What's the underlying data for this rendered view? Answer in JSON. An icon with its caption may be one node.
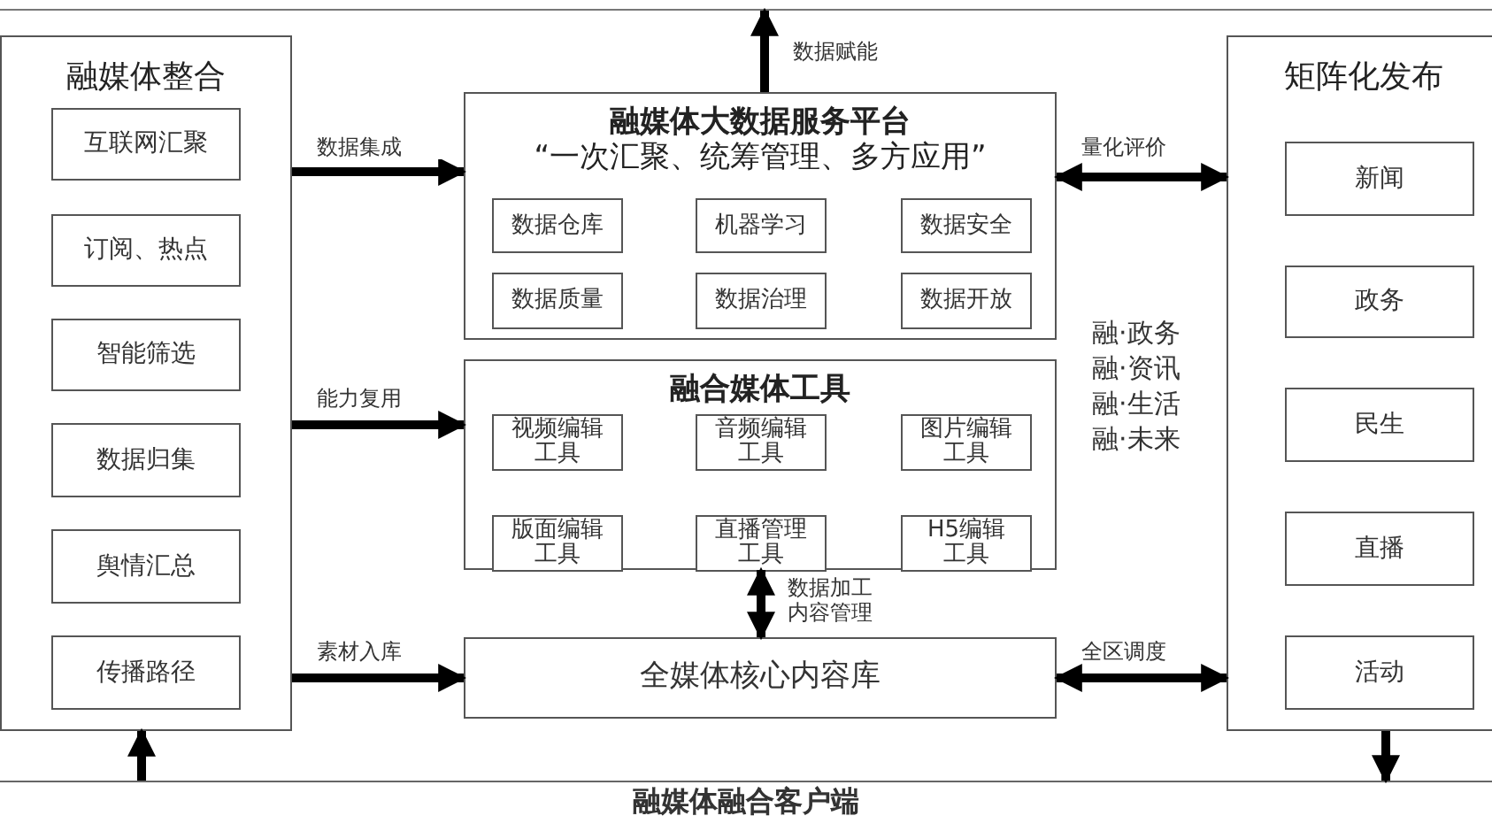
{
  "diagram": {
    "nodes": [
      {
        "text": [
          "融媒体整合"
        ]
      },
      {
        "text": [
          "互联网汇聚"
        ],
        "in": 0
      },
      {
        "text": [
          "订阅、热点"
        ],
        "in": 0
      },
      {
        "text": [
          "智能筛选"
        ],
        "in": 0
      },
      {
        "text": [
          "数据归集"
        ],
        "in": 0
      },
      {
        "text": [
          "舆情汇总"
        ],
        "in": 0
      },
      {
        "text": [
          "传播路径"
        ],
        "in": 0
      },
      {
        "text": [
          "融媒体大数据服务平台",
          "“一次汇聚、统筹管理、多方应用”"
        ]
      },
      {
        "text": [
          "数据仓库"
        ],
        "in": 7
      },
      {
        "text": [
          "机器学习"
        ],
        "in": 7
      },
      {
        "text": [
          "数据安全"
        ],
        "in": 7
      },
      {
        "text": [
          "数据质量"
        ],
        "in": 7
      },
      {
        "text": [
          "数据治理"
        ],
        "in": 7
      },
      {
        "text": [
          "数据开放"
        ],
        "in": 7
      },
      {
        "text": [
          "融合媒体工具"
        ]
      },
      {
        "text": [
          "视频编辑工具"
        ],
        "in": 14
      },
      {
        "text": [
          "音频编辑工具"
        ],
        "in": 14
      },
      {
        "text": [
          "图片编辑工具"
        ],
        "in": 14
      },
      {
        "text": [
          "版面编辑工具"
        ],
        "in": 14
      },
      {
        "text": [
          "直播管理工具"
        ],
        "in": 14
      },
      {
        "text": [
          "H5编辑工具"
        ],
        "in": 14
      },
      {
        "text": [
          "全媒体核心内容库"
        ]
      },
      {
        "text": [
          "矩阵化发布"
        ]
      },
      {
        "text": [
          "新闻"
        ],
        "in": 22
      },
      {
        "text": [
          "政务"
        ],
        "in": 22
      },
      {
        "text": [
          "民生"
        ],
        "in": 22
      },
      {
        "text": [
          "直播"
        ],
        "in": 22
      },
      {
        "text": [
          "活动"
        ],
        "in": 22
      },
      {
        "text": [
          "融媒体融合客户端"
        ]
      }
    ],
    "edges": [
      {
        "from": 0,
        "to": 7,
        "arrow": "to",
        "label": "数据集成"
      },
      {
        "from": 0,
        "to": 14,
        "arrow": "to",
        "label": "能力复用"
      },
      {
        "from": 0,
        "to": 21,
        "arrow": "to",
        "label": "素材入库"
      },
      {
        "from": 7,
        "to": null,
        "arrow": "to",
        "label": "数据赋能"
      },
      {
        "from": 7,
        "to": 22,
        "arrow": "both",
        "label": "量化评价"
      },
      {
        "from": 14,
        "to": 21,
        "arrow": "both",
        "label": "数据加工内容管理"
      },
      {
        "from": 21,
        "to": 22,
        "arrow": "both",
        "label": "全区调度"
      },
      {
        "from": 28,
        "to": 0,
        "arrow": "to"
      },
      {
        "from": 22,
        "to": 28,
        "arrow": "to"
      }
    ],
    "labels": [
      "融·政务",
      "融·资讯",
      "融·生活",
      "融·未来"
    ]
  }
}
